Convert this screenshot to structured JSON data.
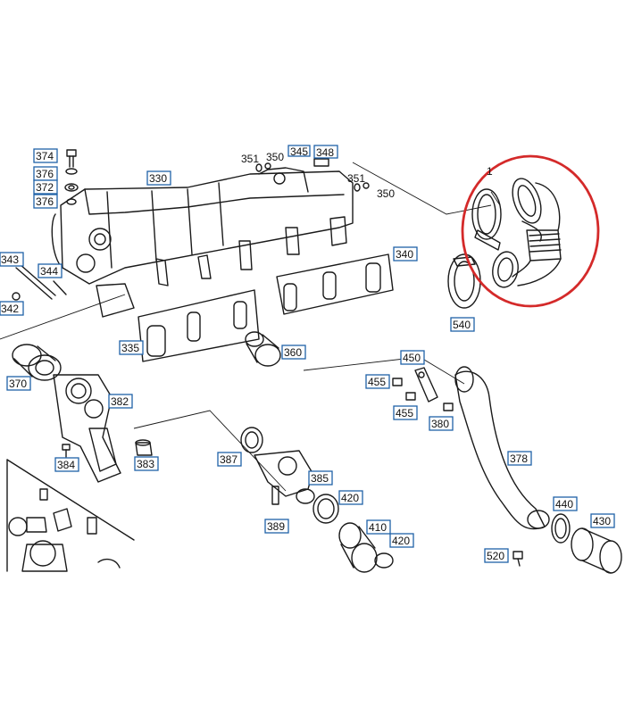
{
  "colors": {
    "label_border": "#1f62a8",
    "highlight_circle": "#d42a2a",
    "line": "#1a1a1a",
    "background": "#ffffff"
  },
  "labels_boxed": {
    "p374": "374",
    "p376a": "376",
    "p372": "372",
    "p376b": "376",
    "p330": "330",
    "p345": "345",
    "p348": "348",
    "p343": "343",
    "p344": "344",
    "p342": "342",
    "p340": "340",
    "p540": "540",
    "p335": "335",
    "p360": "360",
    "p370": "370",
    "p450": "450",
    "p455a": "455",
    "p455b": "455",
    "p380": "380",
    "p382": "382",
    "p384": "384",
    "p383": "383",
    "p387": "387",
    "p385": "385",
    "p378": "378",
    "p420a": "420",
    "p389": "389",
    "p410": "410",
    "p420b": "420",
    "p440": "440",
    "p430": "430",
    "p520": "520"
  },
  "labels_plain": {
    "p351a": "351",
    "p350a": "350",
    "p351b": "351",
    "p350b": "350",
    "p1": "1"
  },
  "icons": {
    "highlight": "red-highlight-circle-icon"
  }
}
